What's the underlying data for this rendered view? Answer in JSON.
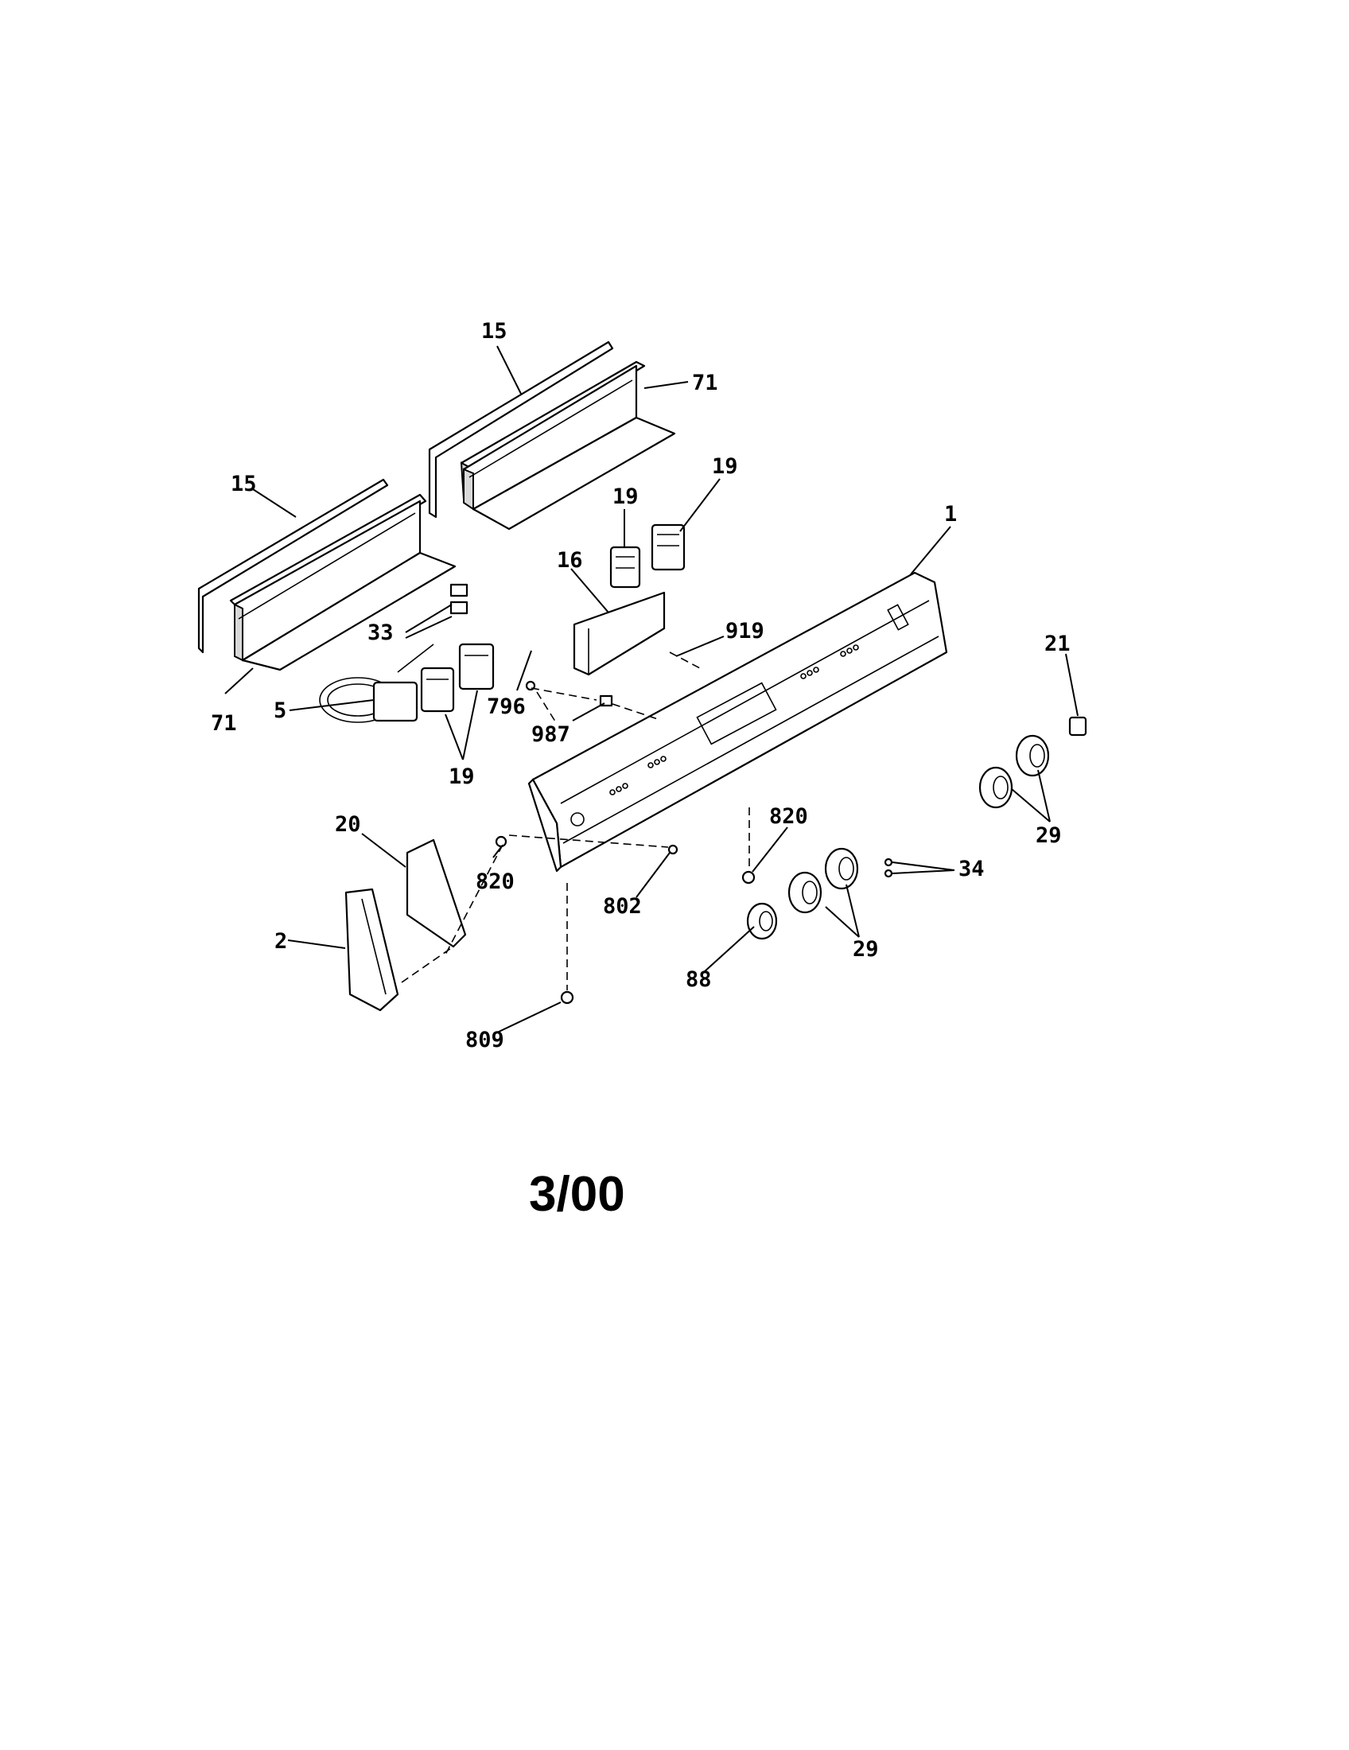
{
  "diagram": {
    "revision_date": "3/00",
    "callouts": [
      {
        "id": "c15a",
        "label": "15"
      },
      {
        "id": "c71a",
        "label": "71"
      },
      {
        "id": "c19a",
        "label": "19"
      },
      {
        "id": "c15b",
        "label": "15"
      },
      {
        "id": "c19b",
        "label": "19"
      },
      {
        "id": "c16",
        "label": "16"
      },
      {
        "id": "c1",
        "label": "1"
      },
      {
        "id": "c33",
        "label": "33"
      },
      {
        "id": "c919",
        "label": "919"
      },
      {
        "id": "c21",
        "label": "21"
      },
      {
        "id": "c796",
        "label": "796"
      },
      {
        "id": "c71b",
        "label": "71"
      },
      {
        "id": "c5",
        "label": "5"
      },
      {
        "id": "c987",
        "label": "987"
      },
      {
        "id": "c19c",
        "label": "19"
      },
      {
        "id": "c29a",
        "label": "29"
      },
      {
        "id": "c20",
        "label": "20"
      },
      {
        "id": "c820a",
        "label": "820"
      },
      {
        "id": "c820b",
        "label": "820"
      },
      {
        "id": "c34",
        "label": "34"
      },
      {
        "id": "c802",
        "label": "802"
      },
      {
        "id": "c2",
        "label": "2"
      },
      {
        "id": "c29b",
        "label": "29"
      },
      {
        "id": "c88",
        "label": "88"
      },
      {
        "id": "c809",
        "label": "809"
      }
    ]
  }
}
